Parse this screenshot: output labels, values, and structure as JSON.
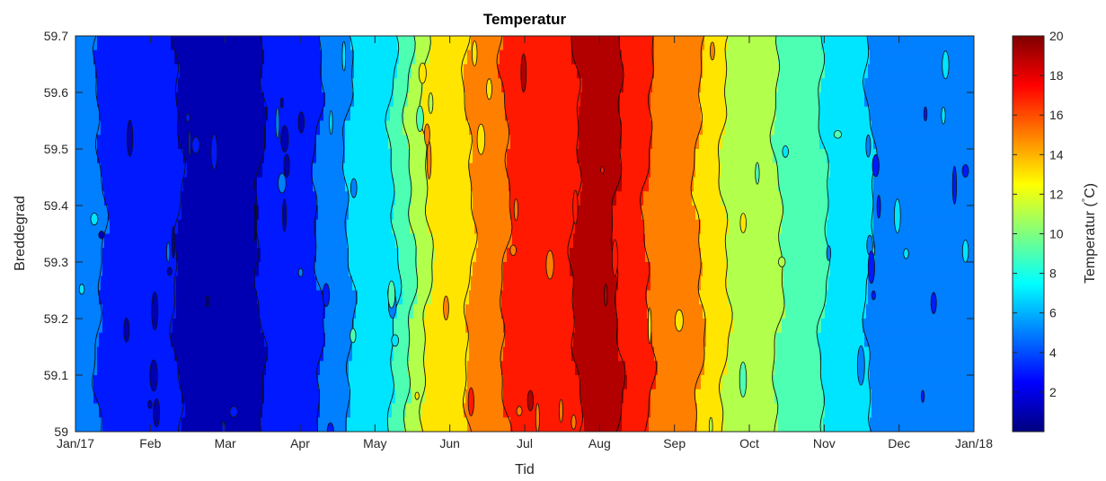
{
  "chart_data": {
    "type": "heatmap",
    "title": "Temperatur",
    "xlabel": "Tid",
    "ylabel": "Breddegrad",
    "colorbar_label": "Temperatur (°C)",
    "colorbar_label_parts": {
      "main": "Temperatur (",
      "degree": "°",
      "unit": "C)"
    },
    "x_tick_labels": [
      "Jan/17",
      "Feb",
      "Mar",
      "Apr",
      "May",
      "Jun",
      "Jul",
      "Aug",
      "Sep",
      "Oct",
      "Nov",
      "Dec",
      "Jan/18"
    ],
    "x_range": [
      "2017-01-01",
      "2018-01-01"
    ],
    "y_ticks": [
      59,
      59.1,
      59.2,
      59.3,
      59.4,
      59.5,
      59.6,
      59.7
    ],
    "y_tick_labels": [
      "59",
      "59.1",
      "59.2",
      "59.3",
      "59.4",
      "59.5",
      "59.6",
      "59.7"
    ],
    "ylim": [
      59,
      59.7
    ],
    "colorbar_ticks": [
      2,
      4,
      6,
      8,
      10,
      12,
      14,
      16,
      18,
      20
    ],
    "clim": [
      0,
      20
    ],
    "colormap": "jet",
    "contour_lines": true,
    "grid": false,
    "colormap_stops": [
      "#00007f",
      "#0000ff",
      "#007fff",
      "#00ffff",
      "#7fff7f",
      "#ffff00",
      "#ff7f00",
      "#ff0000",
      "#7f0000"
    ],
    "temperature_profile": {
      "months": [
        "Jan",
        "Feb",
        "Mar",
        "Apr",
        "May",
        "Jun",
        "Jul",
        "Aug",
        "Sep",
        "Oct",
        "Nov",
        "Dec",
        "Jan"
      ],
      "values": [
        4.5,
        2.5,
        0.8,
        3.5,
        7,
        13.5,
        16.5,
        18.5,
        15,
        11,
        8,
        5,
        4
      ]
    }
  }
}
